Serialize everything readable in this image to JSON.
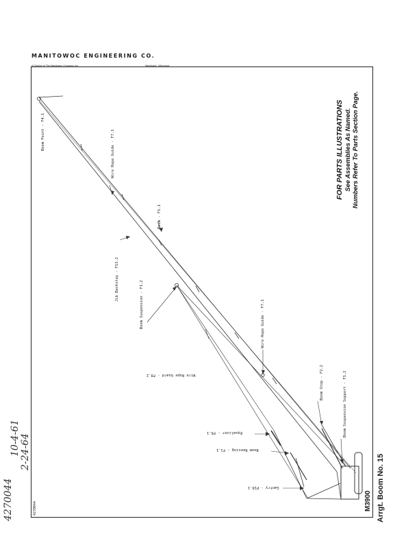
{
  "header": {
    "company": "MANITOWOC ENGINEERING CO.",
    "division": "A Division of The Manitowoc Company, Inc.",
    "location": "Manitowoc, Wisconsin"
  },
  "parts_note": {
    "line1": "FOR PARTS ILLUSTRATIONS",
    "line2": "See Assemblies As Named.",
    "line3": "Numbers Refer To Parts Section Page."
  },
  "labels": {
    "boom_point": "Boom Point - F4.1",
    "wire_rope_guide_top": "Wire Rope Guide - F7.1",
    "boom": "Boom - F1.1",
    "jib_backstay": "Jib Backstay - F13.2",
    "boom_suspension": "Boom Suspension - F1.2",
    "wire_rope_guide_mid": "Wire Rope Guide - F7.1",
    "wire_rope_guard": "Wire Rope Guard - F8.2",
    "boom_stop": "Boom Stop - F2.2",
    "boom_suspension_support": "Boom Suspension Support - F1.2",
    "equalizer": "Equalizer - F6.1",
    "boom_reeving": "Boom Reeving - F1.1",
    "gantry": "Gantry - P10.1"
  },
  "title_block": {
    "model": "M3900",
    "title": "Arrgt. Boom No. 15"
  },
  "doc_number": "4270044",
  "handwritten": {
    "number": "4270044",
    "date1": "10-4-61",
    "date2": "2-24-64"
  }
}
